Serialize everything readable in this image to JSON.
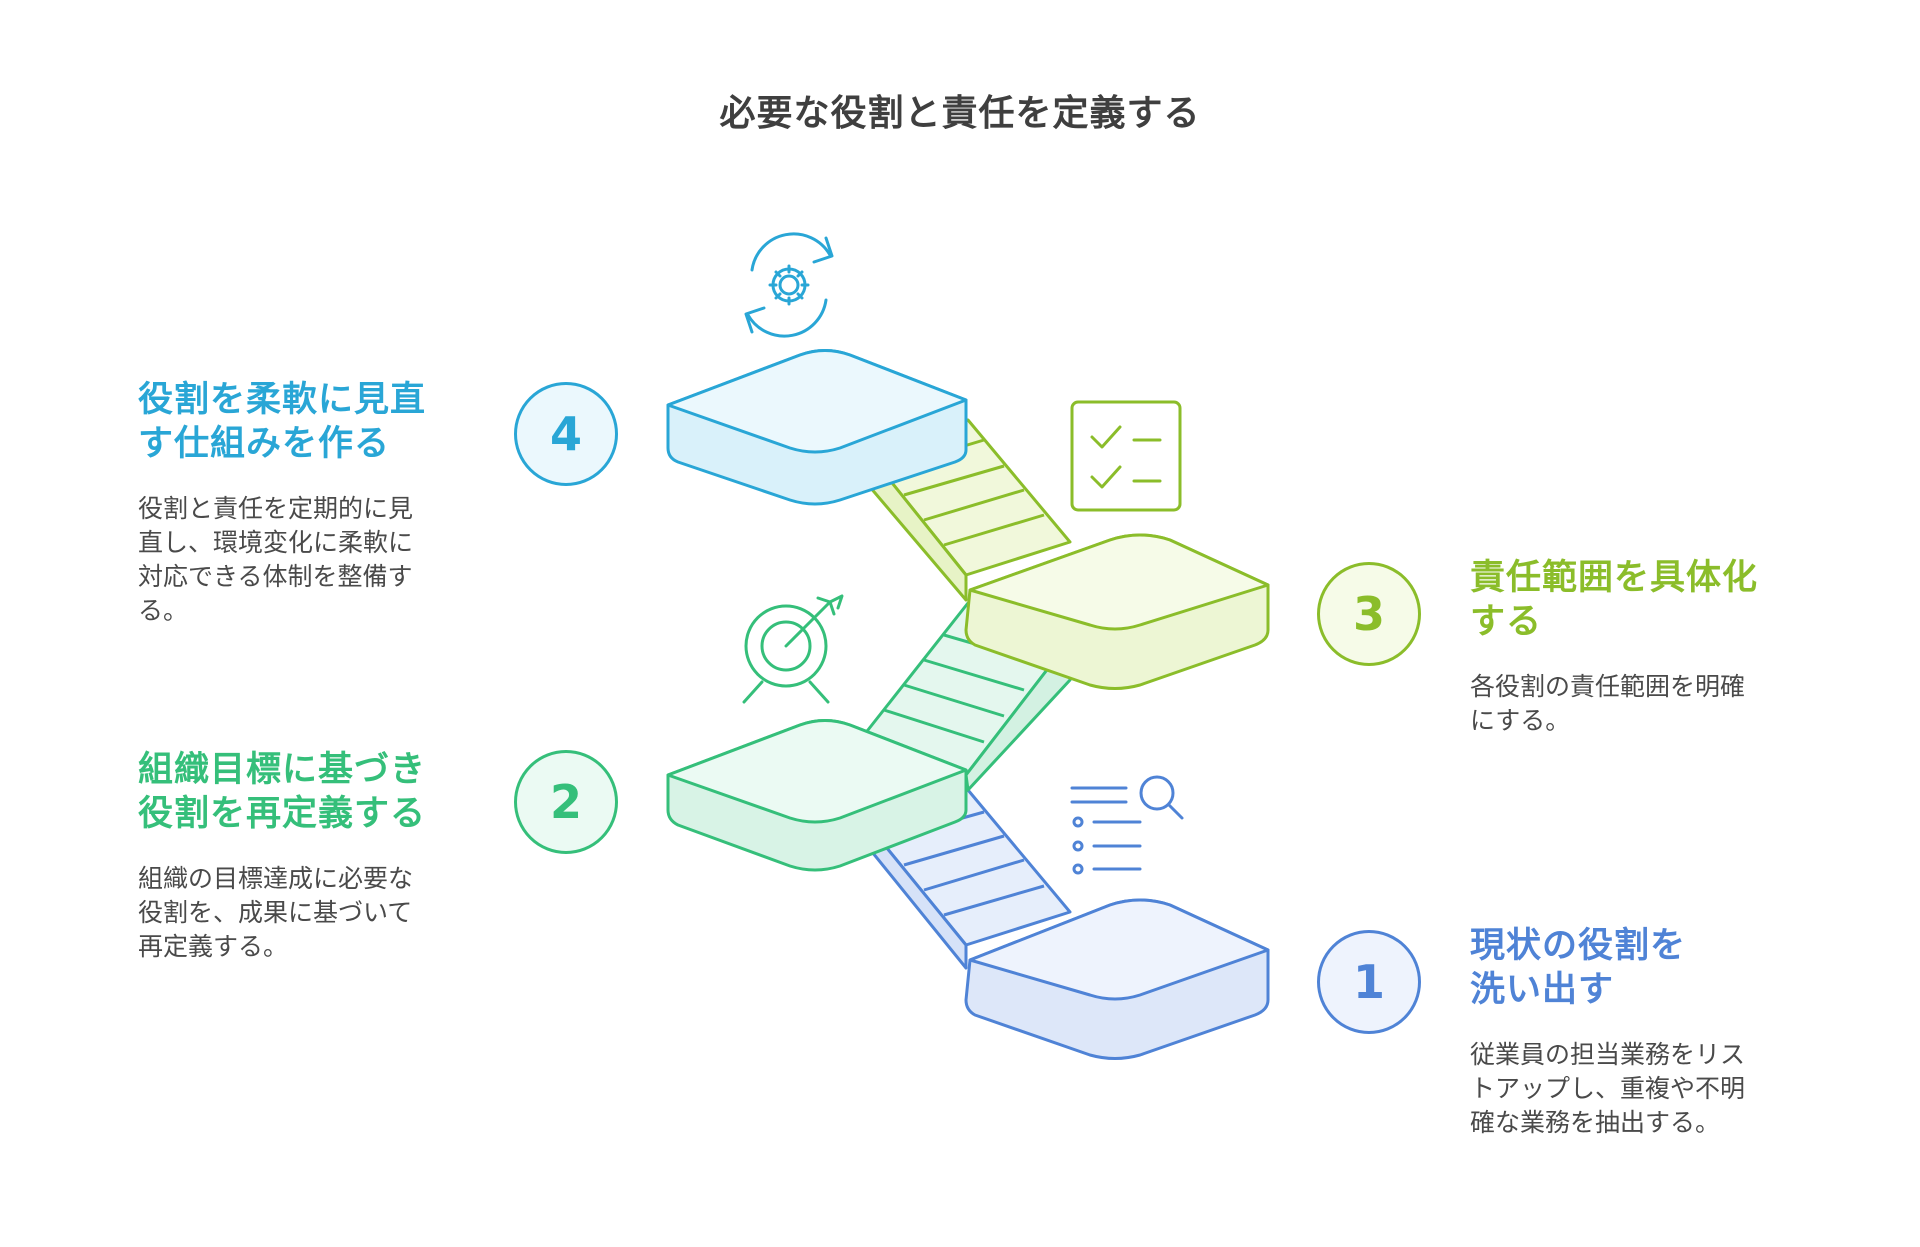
{
  "title": "必要な役割と責任を定義する",
  "steps": [
    {
      "number": "1",
      "heading_line1": "現状の役割を",
      "heading_line2": "洗い出す",
      "desc_line1": "従業員の担当業務をリス",
      "desc_line2": "トアップし、重複や不明",
      "desc_line3": "確な業務を抽出する。",
      "color": "#4f83d6",
      "icon": "search-list-icon"
    },
    {
      "number": "2",
      "heading_line1": "組織目標に基づき",
      "heading_line2": "役割を再定義する",
      "desc_line1": "組織の目標達成に必要な",
      "desc_line2": "役割を、成果に基づいて",
      "desc_line3": "再定義する。",
      "color": "#35bf7a",
      "icon": "target-icon"
    },
    {
      "number": "3",
      "heading_line1": "責任範囲を具体化",
      "heading_line2": "する",
      "desc_line1": "各役割の責任範囲を明確",
      "desc_line2": "にする。",
      "desc_line3": "",
      "color": "#8bbd2a",
      "icon": "checklist-icon"
    },
    {
      "number": "4",
      "heading_line1": "役割を柔軟に見直",
      "heading_line2": "す仕組みを作る",
      "desc_line1": "役割と責任を定期的に見",
      "desc_line2": "直し、環境変化に柔軟に",
      "desc_line3": "対応できる体制を整備す",
      "desc_line4": "る。",
      "color": "#29a6d6",
      "icon": "gear-cycle-icon"
    }
  ]
}
